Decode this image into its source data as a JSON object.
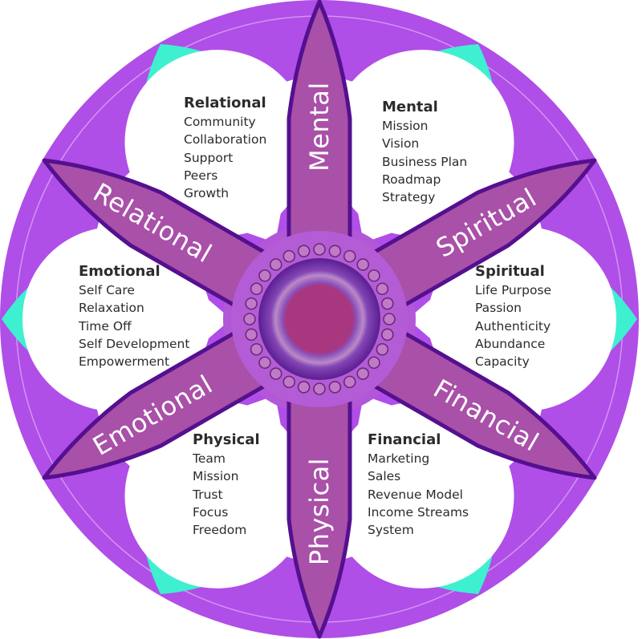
{
  "diagram": {
    "colors": {
      "ring": "#b04ee8",
      "ring_line": "#d9a7f2",
      "spoke_fill": "#a950a8",
      "spoke_stroke": "#54108f",
      "petal": "#3ef0d0",
      "hub_outer": "#6a2aa0",
      "hub_inner": "#a9377f",
      "bead_stroke": "#6a2a7a",
      "bead_fill": "#c07ac8",
      "text": "#2e2a2e"
    },
    "spokes": [
      {
        "label": "Mental",
        "angle": -90
      },
      {
        "label": "Spiritual",
        "angle": -30
      },
      {
        "label": "Financial",
        "angle": 30
      },
      {
        "label": "Physical",
        "angle": 90
      },
      {
        "label": "Emotional",
        "angle": 150
      },
      {
        "label": "Relational",
        "angle": 210
      }
    ],
    "sections": [
      {
        "title": "Relational",
        "items": [
          "Community",
          "Collaboration",
          "Support",
          "Peers",
          "Growth"
        ]
      },
      {
        "title": "Mental",
        "items": [
          "Mission",
          "Vision",
          "Business Plan",
          "Roadmap",
          "Strategy"
        ]
      },
      {
        "title": "Emotional",
        "items": [
          "Self Care",
          "Relaxation",
          "Time Off",
          "Self Development",
          "Empowerment"
        ]
      },
      {
        "title": "Spiritual",
        "items": [
          "Life Purpose",
          "Passion",
          "Authenticity",
          "Abundance",
          "Capacity"
        ]
      },
      {
        "title": "Physical",
        "items": [
          "Team",
          "Mission",
          "Trust",
          "Focus",
          "Freedom"
        ]
      },
      {
        "title": "Financial",
        "items": [
          "Marketing",
          "Sales",
          "Revenue Model",
          "Income Streams",
          "System"
        ]
      }
    ]
  }
}
